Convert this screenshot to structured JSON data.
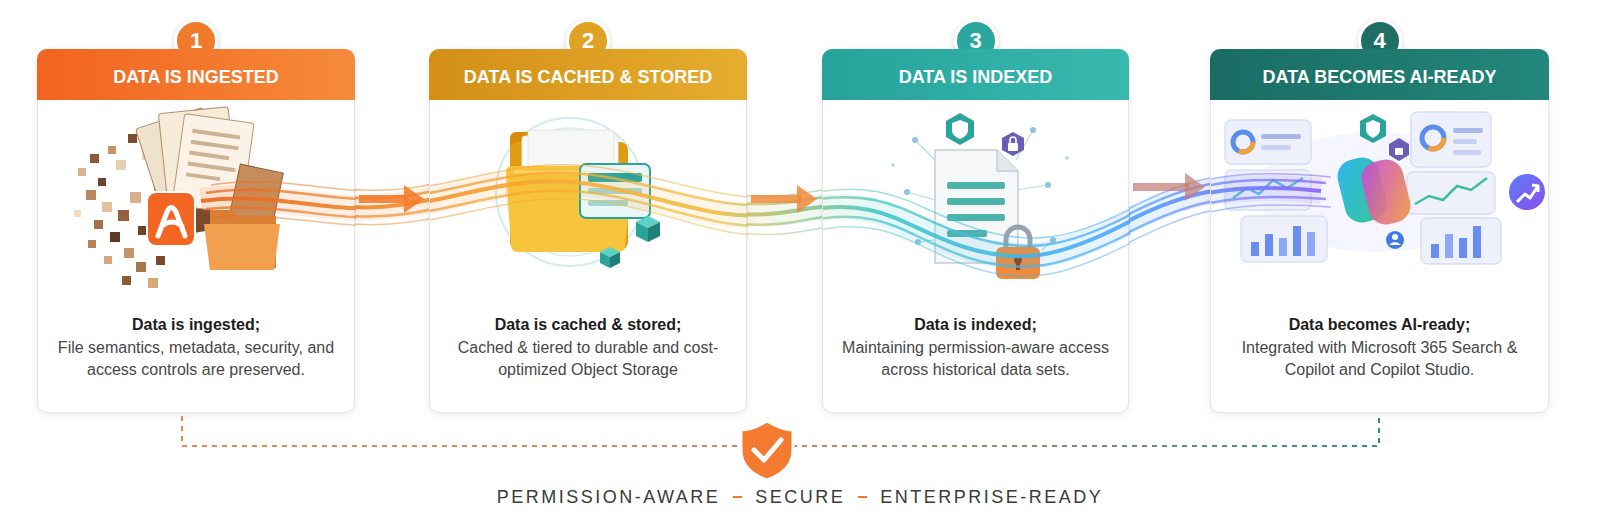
{
  "diagram": {
    "nodes": [
      {
        "text": [
          "1",
          "DATA IS INGESTED",
          "Data is ingested;",
          "File semantics, metadata, security, and access controls are preserved."
        ]
      },
      {
        "text": [
          "2",
          "DATA IS CACHED & STORED",
          "Data is cached & stored;",
          "Cached & tiered to durable and cost-optimized Object Storage"
        ]
      },
      {
        "text": [
          "3",
          "DATA IS INDEXED",
          "Data is indexed;",
          "Maintaining permission-aware access across historical data sets."
        ]
      },
      {
        "text": [
          "4",
          "DATA BECOMES AI-READY",
          "Data becomes AI-ready;",
          "Integrated with Microsoft 365 Search & Copilot and Copilot Studio."
        ]
      }
    ],
    "edges": [
      {
        "from": 0,
        "to": 1,
        "arrow": "to"
      },
      {
        "from": 1,
        "to": 2,
        "arrow": "to"
      },
      {
        "from": 2,
        "to": 3,
        "arrow": "to"
      },
      {
        "from": 0,
        "to": 3,
        "arrow": "none"
      }
    ],
    "labels": [
      "PERMISSION-AWARE",
      "SECURE",
      "ENTERPRISE-READY"
    ]
  }
}
